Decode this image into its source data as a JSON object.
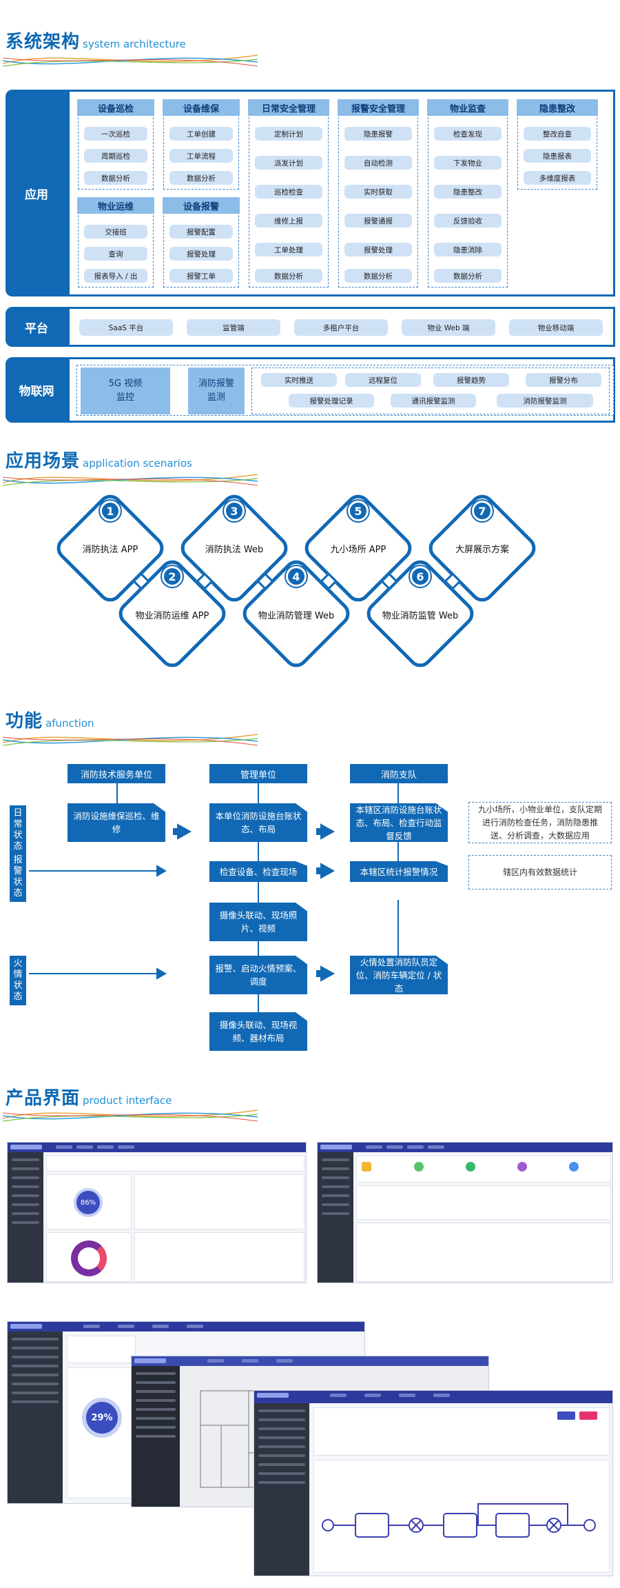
{
  "sections": {
    "arch": {
      "zh": "系统架构",
      "en": "system architecture"
    },
    "scene": {
      "zh": "应用场景",
      "en": "application scenarios"
    },
    "func": {
      "zh": "功能",
      "en": "afunction"
    },
    "product": {
      "zh": "产品界面",
      "en": "product interface"
    }
  },
  "arch": {
    "rows": {
      "app": "应用",
      "platform": "平台",
      "iot": "物联网"
    },
    "groups": [
      {
        "title": "设备巡检",
        "items": [
          "一次巡检",
          "周期巡检",
          "数据分析"
        ]
      },
      {
        "title": "设备维保",
        "items": [
          "工单创建",
          "工单流程",
          "数据分析"
        ]
      },
      {
        "title": "日常安全管理",
        "items": [
          "定制计划",
          "派发计划",
          "巡检检查",
          "维修上报",
          "工单处理",
          "数据分析"
        ]
      },
      {
        "title": "报警安全管理",
        "items": [
          "隐患报警",
          "自动检测",
          "实时获取",
          "报警通报",
          "报警处理",
          "数据分析"
        ]
      },
      {
        "title": "物业监查",
        "items": [
          "检查发现",
          "下发物业",
          "隐患整改",
          "反馈验收",
          "隐患消除",
          "数据分析"
        ]
      },
      {
        "title": "隐患整改",
        "items": [
          "整改自查",
          "隐患报表",
          "多维度报表"
        ]
      },
      {
        "title": "物业运维",
        "items": [
          "交接班",
          "查询",
          "报表导入 / 出"
        ]
      },
      {
        "title": "设备报警",
        "items": [
          "报警配置",
          "报警处理",
          "报警工单"
        ]
      }
    ],
    "platform": [
      "SaaS 平台",
      "监管端",
      "多租户平台",
      "物业 Web 端",
      "物业移动端"
    ],
    "iot": {
      "video": [
        "5G 视频",
        "监控"
      ],
      "fire": [
        "消防报警",
        "监测"
      ],
      "items_row1": [
        "实时推送",
        "远程复位",
        "报警趋势",
        "报警分布"
      ],
      "items_row2": [
        "报警处理记录",
        "通讯报警监测",
        "消防报警监测"
      ]
    }
  },
  "scenarios": [
    {
      "num": "1",
      "label": "消防执法 APP"
    },
    {
      "num": "3",
      "label": "消防执法 Web"
    },
    {
      "num": "5",
      "label": "九小场所 APP"
    },
    {
      "num": "7",
      "label": "大屏展示方案"
    },
    {
      "num": "2",
      "label": "物业消防运维 APP"
    },
    {
      "num": "4",
      "label": "物业消防管理 Web"
    },
    {
      "num": "6",
      "label": "物业消防监管 Web"
    }
  ],
  "func": {
    "headers": [
      "消防技术服务单位",
      "管理单位",
      "消防支队"
    ],
    "states": [
      "日常状态",
      "报警状态",
      "火情状态"
    ],
    "boxes": {
      "service_daily": "消防设施维保巡检、维修",
      "mgmt_daily": "本单位消防设施台账状态、布局",
      "corps_daily": "本辖区消防设施台账状态、布局、检查行动监督反馈",
      "mgmt_alarm": "检查设备、检查现场",
      "corps_alarm": "本辖区统计报警情况",
      "mgmt_cam1": "摄像头联动、现场照片、视频",
      "mgmt_fire": "报警、启动火情预案、调度",
      "corps_fire": "火情处置消防队员定位、消防车辆定位 / 状态",
      "mgmt_cam2": "摄像头联动、现场视频、器材布局"
    },
    "notes": {
      "daily": "九小场所，小物业单位，支队定期进行消防检查任务，消防隐患推送、分析调查，大数据应用",
      "alarm": "辖区内有效数据统计"
    }
  },
  "shots": {
    "s1_percent": "86%",
    "s3_percent": "29%"
  },
  "colors": {
    "primary": "#1169b5",
    "light": "#8cbce8",
    "pill": "#cfe1f5"
  }
}
